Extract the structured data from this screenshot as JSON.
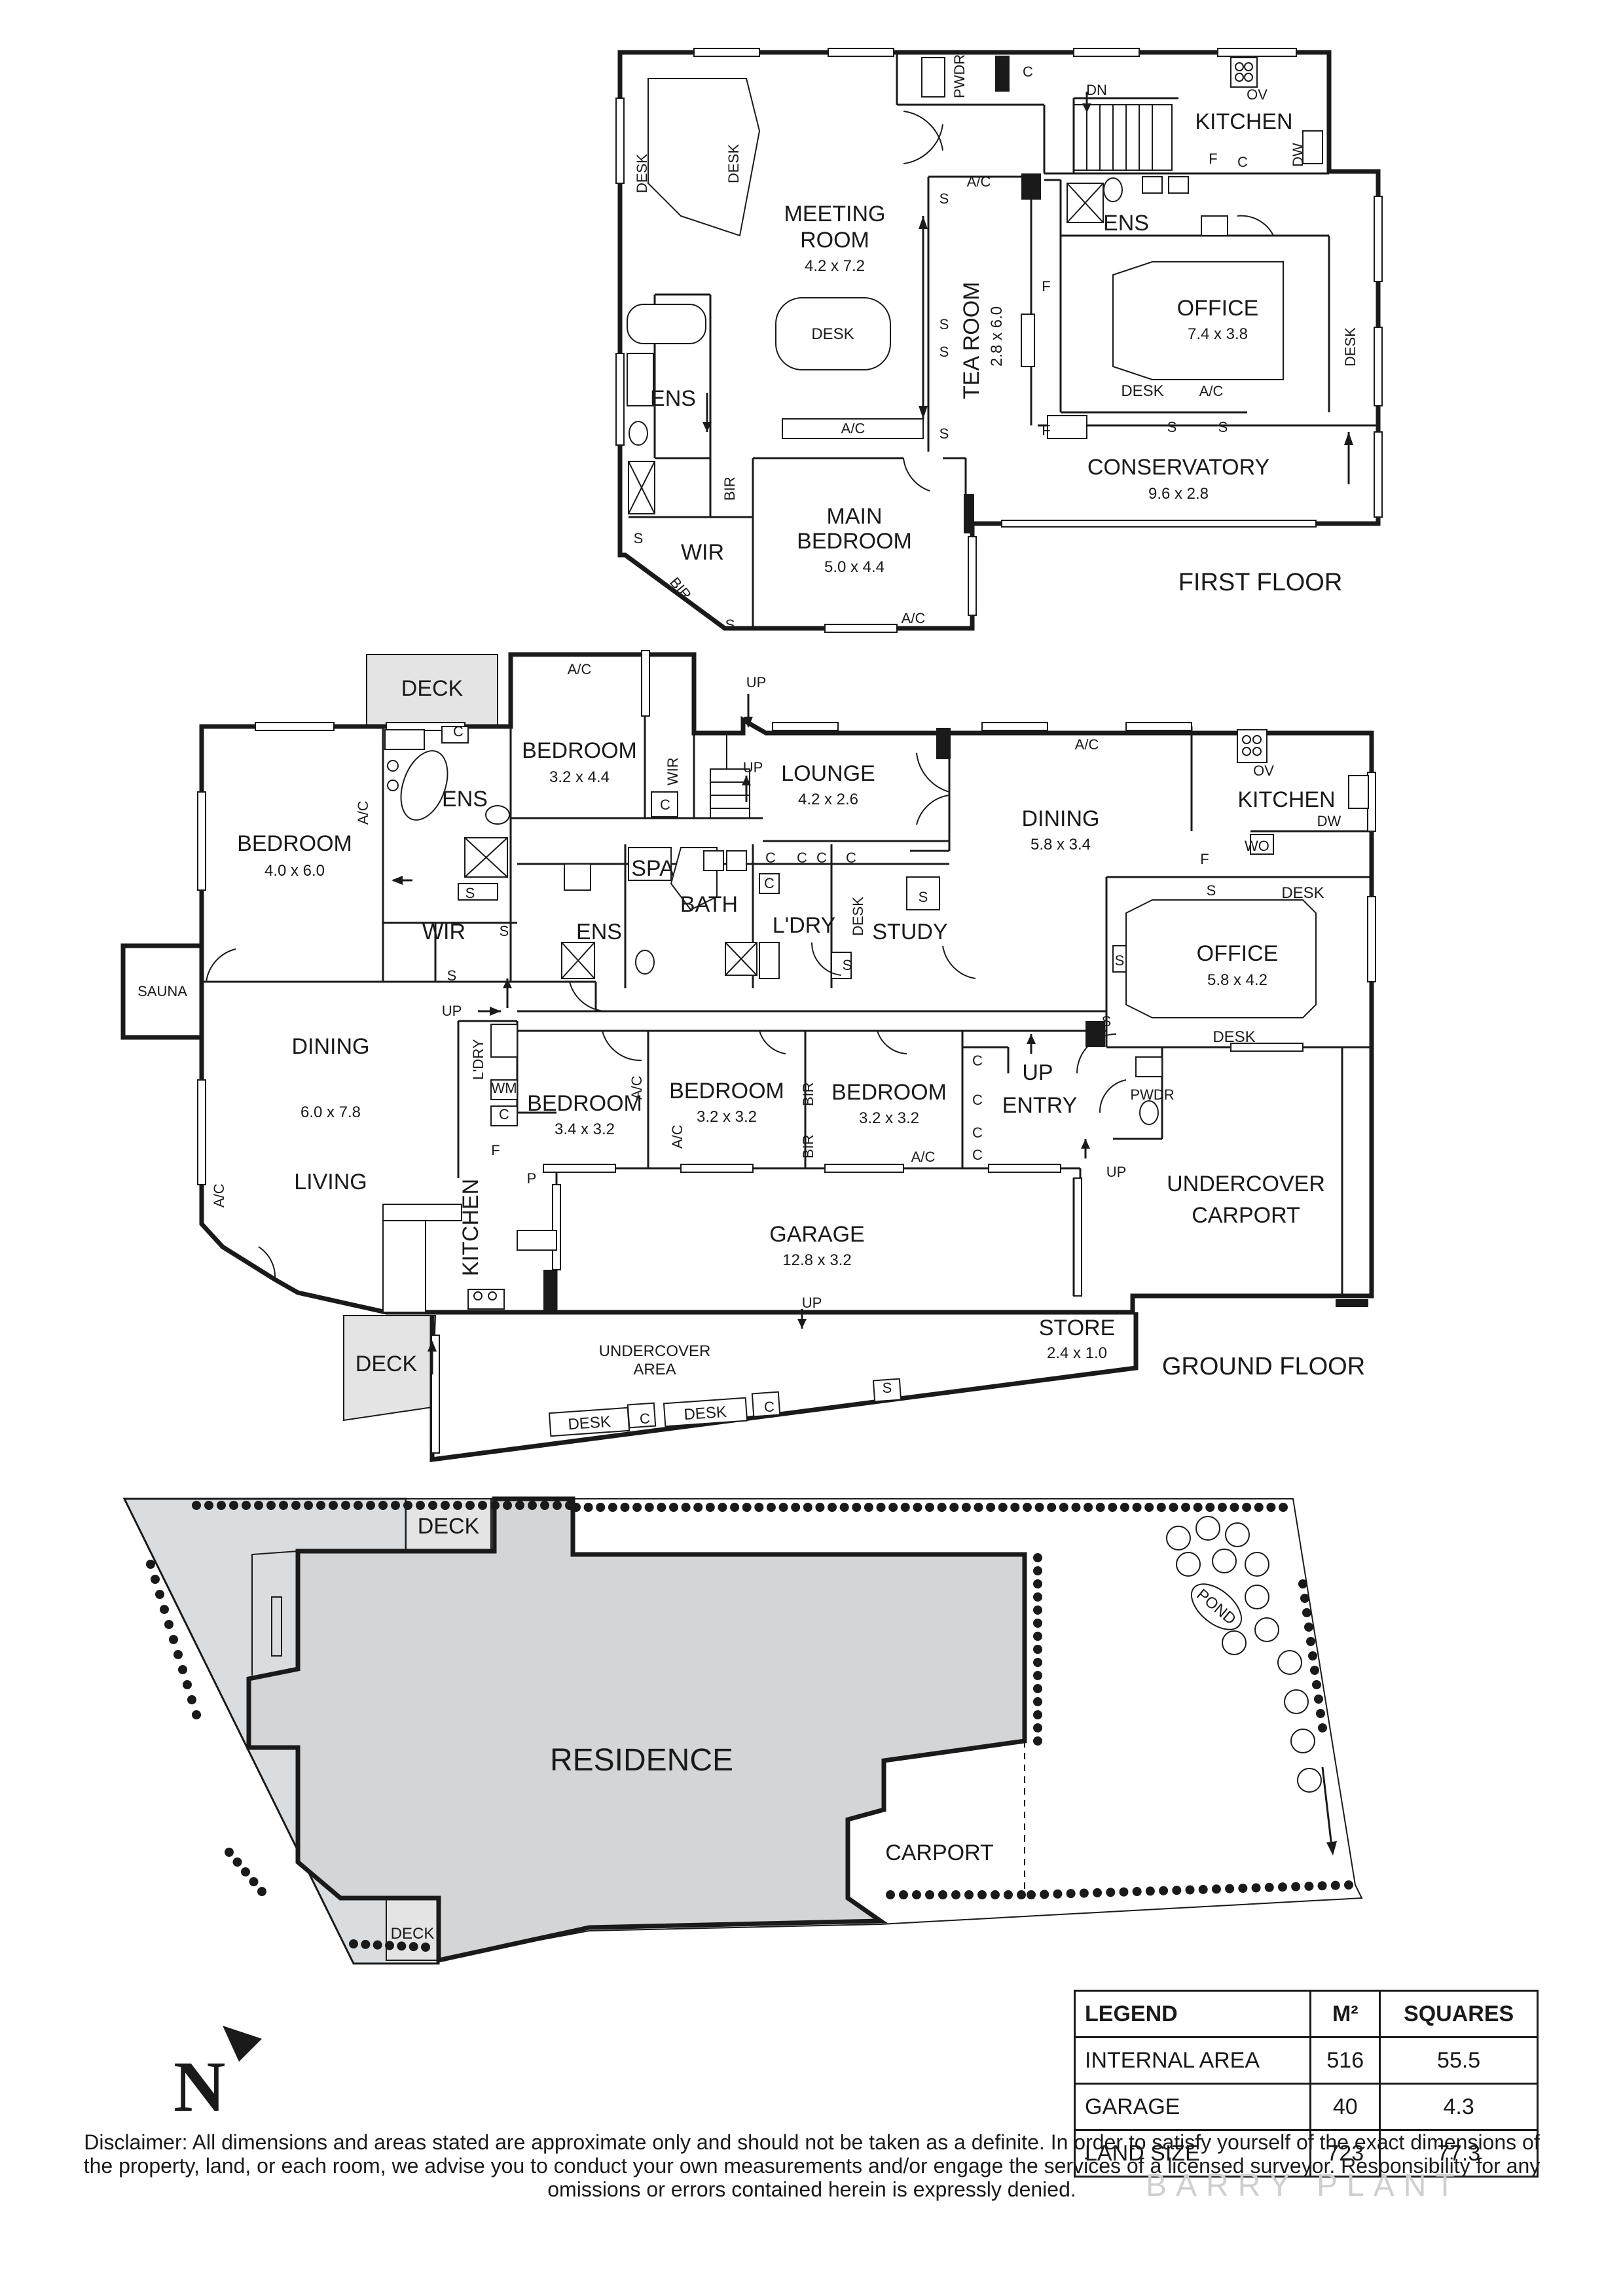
{
  "first_floor": {
    "title": "FIRST FLOOR",
    "rooms": {
      "meeting_room": {
        "name_line1": "MEETING",
        "name_line2": "ROOM",
        "dims": "4.2 x 7.2"
      },
      "tea_room": {
        "name": "TEA ROOM",
        "dims": "2.8 x 6.0"
      },
      "office": {
        "name": "OFFICE",
        "dims": "7.4 x 3.8"
      },
      "conservatory": {
        "name": "CONSERVATORY",
        "dims": "9.6 x 2.8"
      },
      "main_bedroom": {
        "name_line1": "MAIN",
        "name_line2": "BEDROOM",
        "dims": "5.0 x 4.4"
      },
      "kitchen": {
        "name": "KITCHEN"
      },
      "ens_left": {
        "name": "ENS"
      },
      "ens_right": {
        "name": "ENS"
      },
      "wir": {
        "name": "WIR"
      }
    },
    "fixtures": {
      "desk": "DESK",
      "ac": "A/C",
      "s": "S",
      "c": "C",
      "f": "F",
      "bir": "BIR",
      "pwdr": "PWDR",
      "dn": "DN",
      "ov": "OV",
      "dw": "DW"
    }
  },
  "ground_floor": {
    "title": "GROUND FLOOR",
    "rooms": {
      "deck_top": {
        "name": "DECK"
      },
      "bedroom_west": {
        "name": "BEDROOM",
        "dims": "4.0 x 6.0"
      },
      "ens_west": {
        "name": "ENS"
      },
      "wir_west": {
        "name": "WIR"
      },
      "bedroom_north": {
        "name": "BEDROOM",
        "dims": "3.2 x 4.4"
      },
      "wir_north": {
        "name": "WIR"
      },
      "lounge": {
        "name": "LOUNGE",
        "dims": "4.2 x 2.6"
      },
      "dining_east": {
        "name": "DINING",
        "dims": "5.8 x 3.4"
      },
      "kitchen_east": {
        "name": "KITCHEN"
      },
      "spa": {
        "name": "SPA"
      },
      "bath": {
        "name": "BATH"
      },
      "ens_mid": {
        "name": "ENS"
      },
      "laundry": {
        "name": "L'DRY"
      },
      "study": {
        "name": "STUDY"
      },
      "office": {
        "name": "OFFICE",
        "dims": "5.8 x 4.2"
      },
      "sauna": {
        "name": "SAUNA"
      },
      "dining_living": {
        "name_top": "DINING",
        "dims": "6.0 x 7.8",
        "name_bottom": "LIVING"
      },
      "laundry_west": {
        "name": "L'DRY"
      },
      "bedroom_1": {
        "name": "BEDROOM",
        "dims": "3.4 x 3.2"
      },
      "bedroom_2": {
        "name": "BEDROOM",
        "dims": "3.2 x 3.2"
      },
      "bedroom_3": {
        "name": "BEDROOM",
        "dims": "3.2 x 3.2"
      },
      "entry": {
        "name": "ENTRY"
      },
      "undercover_carport": {
        "name_line1": "UNDERCOVER",
        "name_line2": "CARPORT"
      },
      "kitchen_west": {
        "name": "KITCHEN"
      },
      "garage": {
        "name": "GARAGE",
        "dims": "12.8 x 3.2"
      },
      "deck_bottom": {
        "name": "DECK"
      },
      "undercover_area": {
        "name_line1": "UNDERCOVER",
        "name_line2": "AREA"
      },
      "store": {
        "name": "STORE",
        "dims": "2.4 x 1.0"
      }
    },
    "fixtures": {
      "desk": "DESK",
      "ac": "A/C",
      "s": "S",
      "c": "C",
      "f": "F",
      "bir": "BIR",
      "up": "UP",
      "wm": "WM",
      "p": "P",
      "pwdr": "PWDR",
      "ov": "OV",
      "dw": "DW",
      "wo": "WO"
    }
  },
  "site_plan": {
    "residence": "RESIDENCE",
    "carport": "CARPORT",
    "deck": "DECK",
    "pond": "POND"
  },
  "north_label": "N",
  "legend": {
    "headers": [
      "LEGEND",
      "M²",
      "SQUARES"
    ],
    "rows": [
      [
        "INTERNAL AREA",
        "516",
        "55.5"
      ],
      [
        "GARAGE",
        "40",
        "4.3"
      ],
      [
        "LAND SIZE",
        "723",
        "77.3"
      ]
    ]
  },
  "disclaimer": "Disclaimer: All dimensions and areas stated are approximate only and should not be taken as a definite. In order to satisfy yourself of the exact dimensions of the property, land, or each room, we advise you to conduct your own measurements and/or engage the services of a licensed surveyor. Responsibility for any omissions or errors contained herein is expressly denied.",
  "watermark": "BARRY PLANT"
}
